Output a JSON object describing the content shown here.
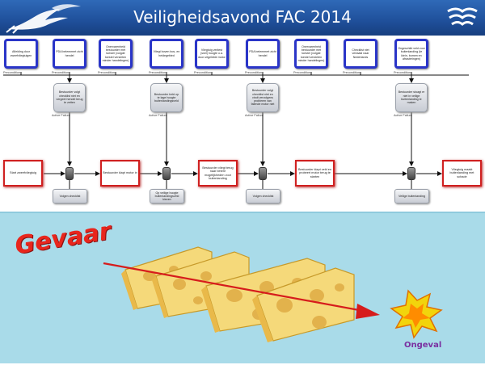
{
  "header": {
    "title": "Veiligheidsavond  FAC 2014"
  },
  "diagram": {
    "top_boxes": [
      "Afleiding door zweefvliegtuigen",
      "PDA belemmert zicht hendel",
      "Onervarenheid bestuurder met toestel (volgde toestel versleten minder handelingen)",
      "Vliegt boven bos- en heidegebied",
      "Vliegtuig verliest (snel) hoogte o.a. door uitgelekte motor",
      "PDA belemmert zicht hendel",
      "Onervarenheid bestuurder met toestel (volgde toestel versleten minder handelingen)",
      "Checklist niet vertaald naar Nederlands",
      "Ongeschikt veld voor buitenlanding (te klein, bomen en afrasteringen)"
    ],
    "precondition_label": "Precondition",
    "active_failure_label": "Active Failure",
    "mid_boxes": [
      "Bestuurder volgt checklist niet en vergeet hendel terug te zetten",
      "Bestuurder trekt op te lage hoogte buitenlandingsveld",
      "Bestuurder volgt checklist niet en vindt vervolgens probleem van falende motor niet",
      "Bestuurder stoagt er niet in veilige buitenlanding te maken"
    ],
    "red_boxes": [
      "Start zweefvliegtuig",
      "Bestuurder klapt motor in",
      "Bestuurder vliegt terug naar betere mogelijkheden voor buitenlanding",
      "Bestuurder klapt veld en probeert motor terug te starten",
      "Vliegtuig maakt buitenlanding met schade"
    ],
    "gray_boxes": [
      "Volgen checklist",
      "Op veilige hoogte buitenlandingsveld kiezen",
      "Volgen checklist",
      "Veilige buitenlanding"
    ]
  },
  "bottom": {
    "gevaar": "Gevaar",
    "ongeval": "Ongeval"
  },
  "colors": {
    "header": "#1f4f9a",
    "top_box_border": "#2a35c8",
    "red_box_border": "#d02020",
    "panel": "#a9dbe9",
    "cheese": "#f5d97a",
    "arrow": "#e02020"
  }
}
